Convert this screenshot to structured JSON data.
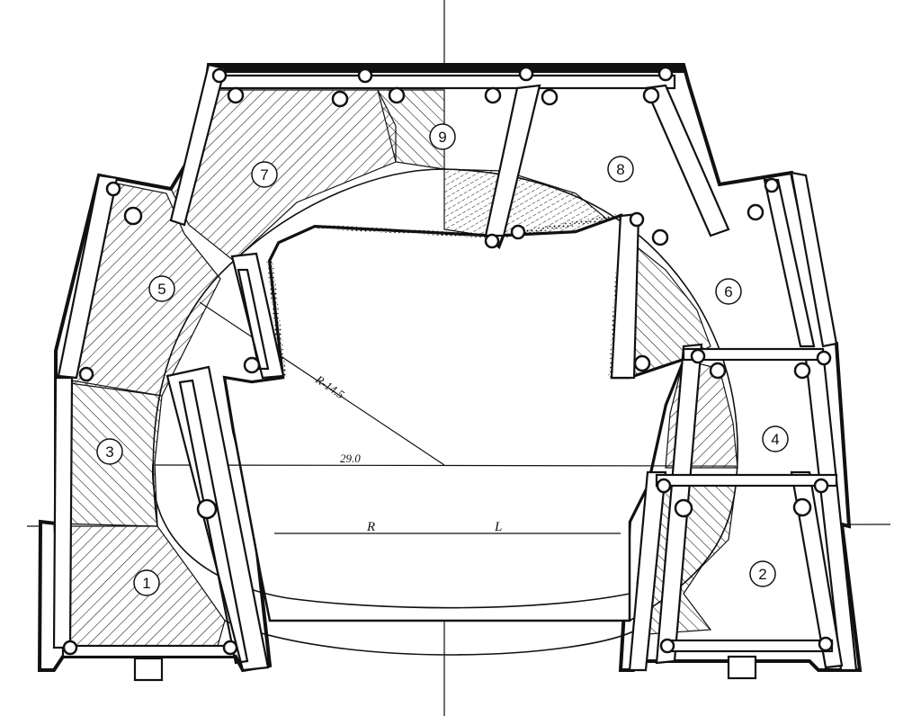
{
  "drawing": {
    "section_numbers": [
      "1",
      "2",
      "3",
      "4",
      "5",
      "6",
      "7",
      "8",
      "9"
    ],
    "radius_label": "R-14.5",
    "width_label": "29.0",
    "side_labels": {
      "right": "R",
      "left": "L"
    }
  },
  "colors": {
    "ink": "#111111",
    "paper": "#ffffff"
  }
}
